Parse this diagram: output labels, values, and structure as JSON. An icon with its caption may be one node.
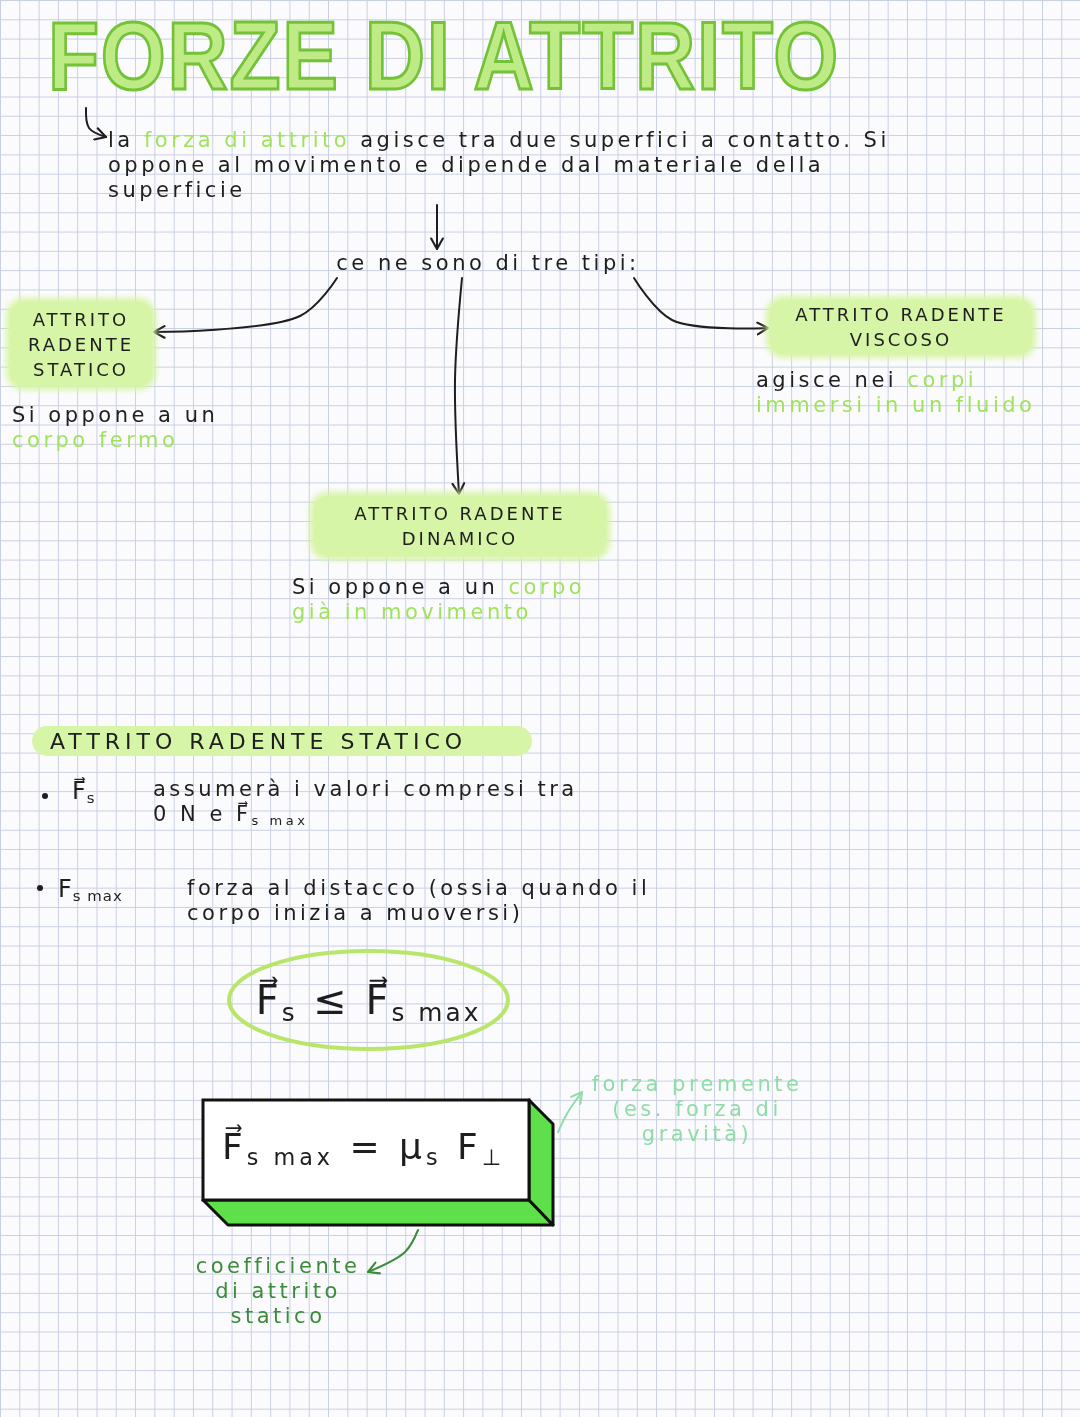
{
  "diagram": {
    "title": "FORZE DI ATTRITO",
    "nodes": [
      {
        "text": [
          "la **forza di attrito** agisce tra due superfici a contatto. Si oppone al movimento e dipende dal materiale della superficie"
        ]
      },
      {
        "text": [
          "ce ne sono di tre tipi:"
        ]
      },
      {
        "text": [
          "ATTRITO RADENTE STATICO"
        ],
        "beside": [
          "Si oppone a un **corpo fermo**"
        ]
      },
      {
        "text": [
          "ATTRITO RADENTE VISCOSO"
        ],
        "beside": [
          "agisce nei **corpi immersi in un fluido**"
        ]
      },
      {
        "text": [
          "ATTRITO RADENTE DINAMICO"
        ],
        "beside": [
          "Si oppone a un **corpo già in movimento**"
        ]
      },
      {
        "text": [
          "ATTRITO RADENTE STATICO"
        ]
      },
      {
        "text": [
          "F⃗$_{s}$ ≤ F⃗$_{s max}$"
        ]
      },
      {
        "text": [
          "F⃗$_{s max}$ = μ$_{s}$ F$_{⊥}$"
        ]
      },
      {
        "text": [
          "forza premente (es. forza di gravità)"
        ]
      },
      {
        "text": [
          "coefficiente di attrito statico"
        ]
      }
    ],
    "edges": [
      {
        "from": null,
        "to": 0,
        "arrow": "to"
      },
      {
        "from": 0,
        "to": 1,
        "arrow": "to"
      },
      {
        "from": 1,
        "to": 2,
        "arrow": "to"
      },
      {
        "from": 1,
        "to": 4,
        "arrow": "to"
      },
      {
        "from": 1,
        "to": 3,
        "arrow": "to"
      },
      {
        "from": 7,
        "to": 8,
        "arrow": "to",
        "color": "#8fdca8"
      },
      {
        "from": 7,
        "to": 9,
        "arrow": "to",
        "color": "#3b8b3b"
      }
    ],
    "labels": [
      "F⃗$_{s}$",
      "assumerà i valori compresi tra 0 N e F⃗$_{s max}$",
      "F$_{s max}$",
      "forza al distacco (ossia quando il corpo inizia a muoversi)"
    ]
  }
}
